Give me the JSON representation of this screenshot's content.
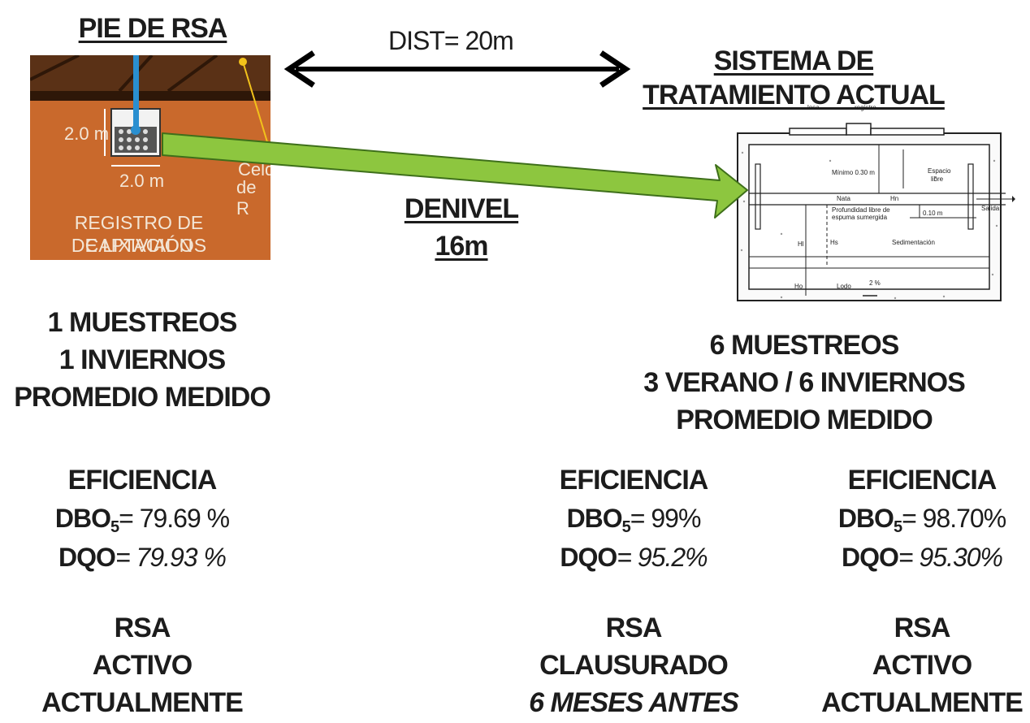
{
  "left": {
    "title": "PIE DE RSA",
    "photo": {
      "dim_side": "2.0 m",
      "dim_bottom": "2.0 m",
      "partial_1": "Celd",
      "partial_2": "de R",
      "caption_1": "REGISTRO DE CAPTACIÓN",
      "caption_2": "DE LIXIVIADOS"
    },
    "samples": [
      "1 MUESTREOS",
      "1 INVIERNOS",
      "PROMEDIO MEDIDO"
    ],
    "efficiency": {
      "title": "EFICIENCIA",
      "dbo_label": "DBO",
      "dbo_sub": "5",
      "dbo_value": "= 79.69 %",
      "dqo_label": "DQO",
      "dqo_value": "= 79.93 %"
    },
    "status": [
      "RSA",
      "ACTIVO",
      "ACTUALMENTE"
    ]
  },
  "distance": {
    "label": "DIST= 20m"
  },
  "drop": {
    "line1": "DENIVEL",
    "line2": "16m"
  },
  "right": {
    "title_1": "SISTEMA DE",
    "title_2": "TRATAMIENTO ACTUAL",
    "samples": [
      "6 MUESTREOS",
      "3 VERANO / 6 INVIERNOS",
      "PROMEDIO MEDIDO"
    ],
    "tank_labels": {
      "losa": "losa",
      "registro": "registro",
      "minimo": "Mínimo 0.30 m",
      "espacio_1": "Espacio",
      "espacio_2": "libre",
      "nata": "Nata",
      "hn": "Hn",
      "prof_1": "Profundidad libre de",
      "prof_2": "espuma sumergida",
      "dim_010": "0.10 m",
      "salida": "Salida",
      "hl": "Hl",
      "hs": "Hs",
      "sedimentacion": "Sedimentación",
      "ho": "Ho",
      "lodo": "Lodo",
      "pct": "2 %"
    },
    "col_a": {
      "efficiency": {
        "title": "EFICIENCIA",
        "dbo_label": "DBO",
        "dbo_sub": "5",
        "dbo_value": "= 99%",
        "dqo_label": "DQO",
        "dqo_value": "= 95.2%"
      },
      "status": [
        "RSA",
        "CLAUSURADO",
        "6 MESES ANTES"
      ]
    },
    "col_b": {
      "efficiency": {
        "title": "EFICIENCIA",
        "dbo_label": "DBO",
        "dbo_sub": "5",
        "dbo_value": "= 98.70%",
        "dqo_label": "DQO",
        "dqo_value": "= 95.30%"
      },
      "status": [
        "RSA",
        "ACTIVO",
        "ACTUALMENTE"
      ]
    }
  },
  "colors": {
    "arrow_fill": "#8dc63f",
    "arrow_stroke": "#3e6f1a",
    "soil": "#c9692c",
    "pipe": "#2a8fd0"
  }
}
